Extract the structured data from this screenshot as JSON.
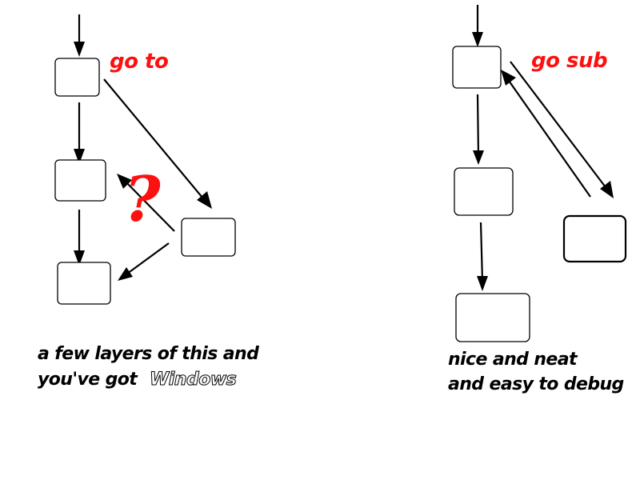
{
  "left_diagram": {
    "label": "go to",
    "mark": "?",
    "caption_line1": "a few layers of this and",
    "caption_line2": "you've got",
    "caption_brand": "Windows"
  },
  "right_diagram": {
    "label": "go sub",
    "caption_line1": "nice and neat",
    "caption_line2": "and easy to debug"
  },
  "colors": {
    "accent": "#ff1010",
    "ink": "#000000",
    "background": "#ffffff"
  }
}
